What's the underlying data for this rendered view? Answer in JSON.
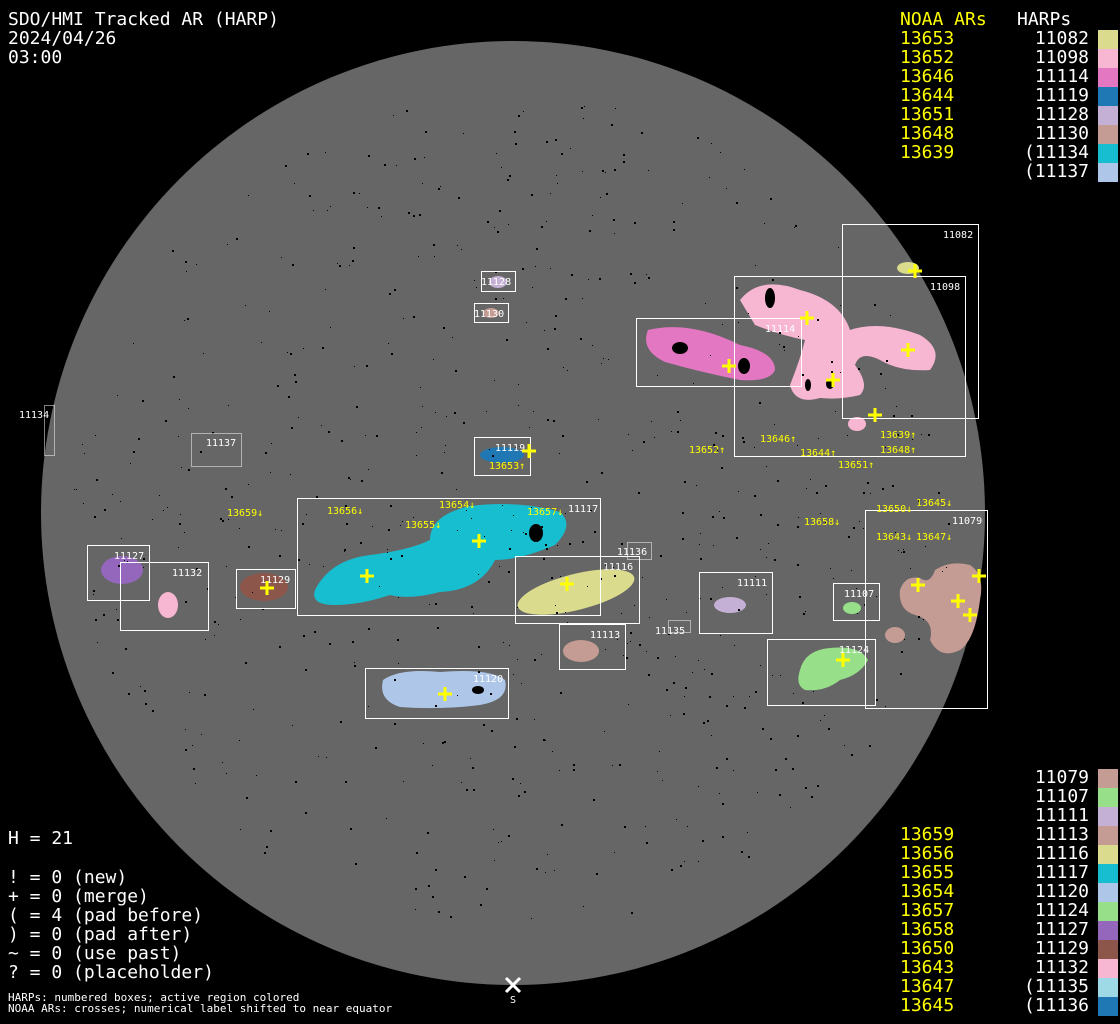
{
  "header": {
    "title": "SDO/HMI Tracked AR (HARP)",
    "date": "2024/04/26",
    "time": "03:00"
  },
  "legend_top": {
    "noaa_header": "NOAA ARs",
    "harp_header": "HARPs",
    "rows": [
      {
        "noaa": "13653",
        "harp": "11082",
        "color": "#dbdb8d"
      },
      {
        "noaa": "13652",
        "harp": "11098",
        "color": "#f7b6d2"
      },
      {
        "noaa": "13646",
        "harp": "11114",
        "color": "#e377c2"
      },
      {
        "noaa": "13644",
        "harp": "11119",
        "color": "#1f77b4"
      },
      {
        "noaa": "13651",
        "harp": "11128",
        "color": "#c5b0d5"
      },
      {
        "noaa": "13648",
        "harp": "11130",
        "color": "#c49c94"
      },
      {
        "noaa": "13639",
        "harp": "(11134",
        "color": "#17becf"
      },
      {
        "noaa": "",
        "harp": "(11137",
        "color": "#aec7e8"
      }
    ]
  },
  "legend_bottom": {
    "rows": [
      {
        "noaa": "",
        "harp": "11079",
        "color": "#c49c94"
      },
      {
        "noaa": "",
        "harp": "11107",
        "color": "#98df8a"
      },
      {
        "noaa": "",
        "harp": "11111",
        "color": "#c5b0d5"
      },
      {
        "noaa": "13659",
        "harp": "11113",
        "color": "#c49c94"
      },
      {
        "noaa": "13656",
        "harp": "11116",
        "color": "#dbdb8d"
      },
      {
        "noaa": "13655",
        "harp": "11117",
        "color": "#17becf"
      },
      {
        "noaa": "13654",
        "harp": "11120",
        "color": "#aec7e8"
      },
      {
        "noaa": "13657",
        "harp": "11124",
        "color": "#98df8a"
      },
      {
        "noaa": "13658",
        "harp": "11127",
        "color": "#9467bd"
      },
      {
        "noaa": "13650",
        "harp": "11129",
        "color": "#8c564b"
      },
      {
        "noaa": "13643",
        "harp": "11132",
        "color": "#f7b6d2"
      },
      {
        "noaa": "13647",
        "harp": "(11135",
        "color": "#9edae5"
      },
      {
        "noaa": "13645",
        "harp": "(11136",
        "color": "#1f77b4"
      }
    ]
  },
  "stats": {
    "h": "H = 21",
    "lines": [
      "! = 0 (new)",
      "+ = 0 (merge)",
      "( = 4 (pad before)",
      ") = 0 (pad after)",
      "~ = 0 (use past)",
      "? = 0 (placeholder)"
    ]
  },
  "notes": [
    "HARPs: numbered boxes; active region colored",
    "NOAA ARs: crosses; numerical label shifted to near equator"
  ],
  "disk": {
    "south_marker": "S"
  },
  "harp_boxes": [
    "11082",
    "11098",
    "11114",
    "11128",
    "11130",
    "11134",
    "11137",
    "11119",
    "11117",
    "11136",
    "11116",
    "11127",
    "11132",
    "11129",
    "11113",
    "11135",
    "11111",
    "11107",
    "11124",
    "11120",
    "11079"
  ],
  "noaa_labels": [
    "13653↑",
    "13652↑",
    "13646↑",
    "13644↑",
    "13651↑",
    "13639↑",
    "13648↑",
    "13659↓",
    "13656↓",
    "13654↓",
    "13655↓",
    "13657↓",
    "13658↓",
    "13650↓",
    "13643↓",
    "13647↓",
    "13645↓"
  ]
}
